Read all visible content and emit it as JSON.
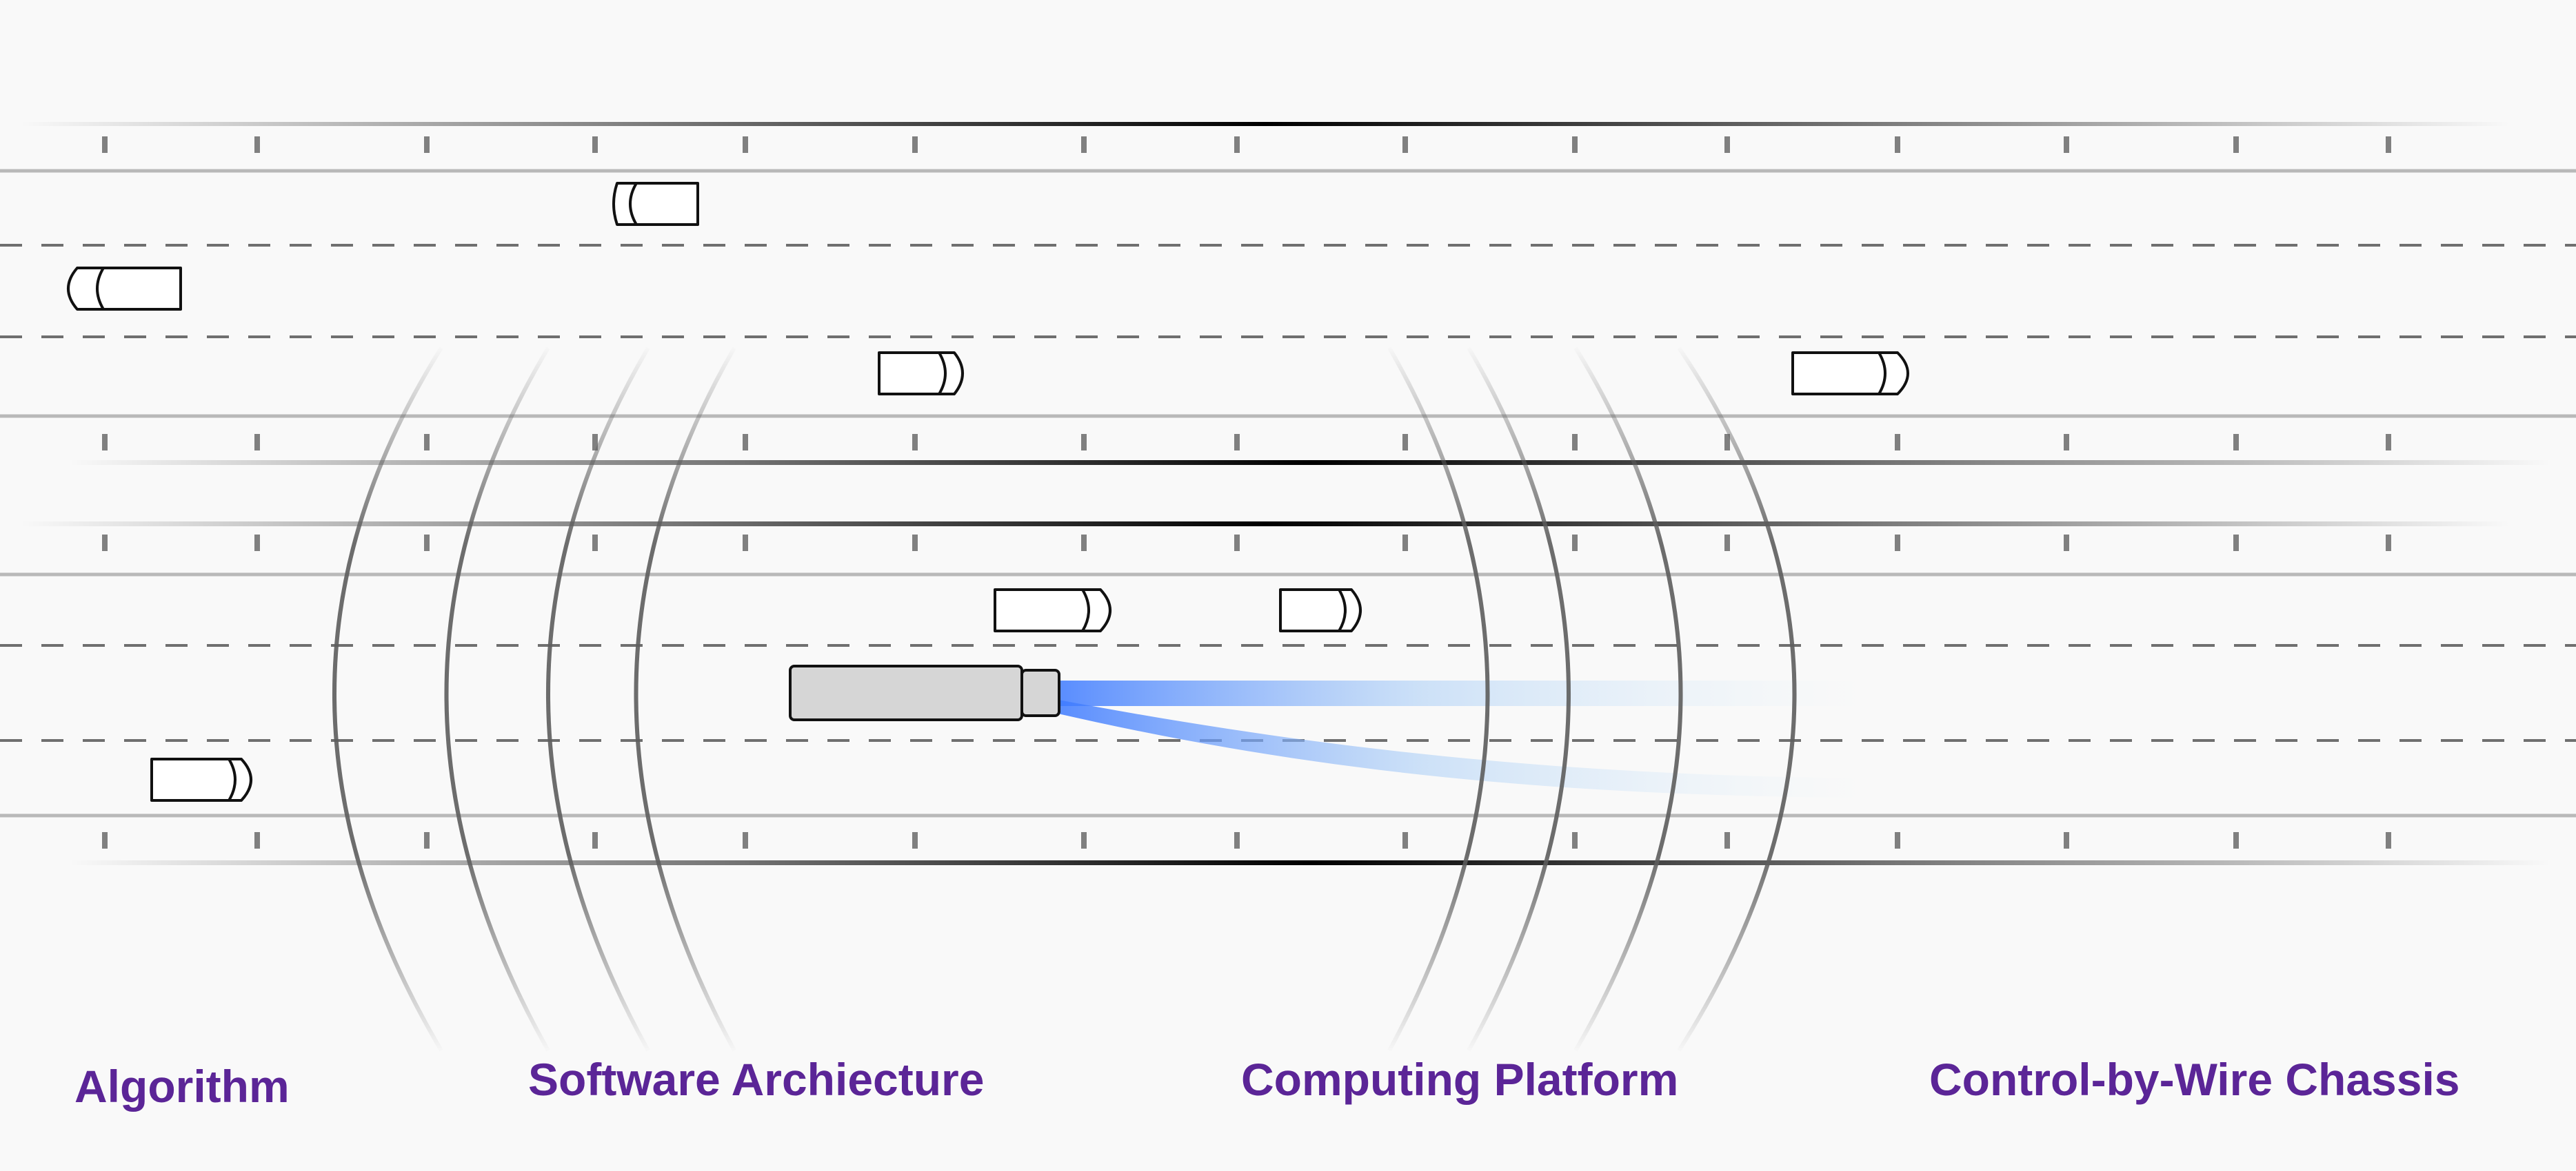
{
  "colors": {
    "background": "#f9f9f9",
    "label": "#5b2597",
    "road_line": "#b9b9b9",
    "lane_dash": "#6f6f6f",
    "tick": "#808080",
    "barrier": "#000000",
    "car_stroke": "#111111",
    "car_fill": "#ffffff",
    "truck_fill": "#d6d6d6",
    "trajectory": "#3f7bff",
    "sensor_arc": "#5d5d5d"
  },
  "icons": {
    "vehicle": "car-icon",
    "ego": "truck-icon",
    "sensor": "sensor-wave-icon",
    "path": "trajectory-icon"
  },
  "labels": {
    "algorithm": "Algorithm",
    "software_architecture": "Software Archiecture",
    "computing_platform": "Computing Platform",
    "control_by_wire_chassis": "Control-by-Wire Chassis"
  }
}
